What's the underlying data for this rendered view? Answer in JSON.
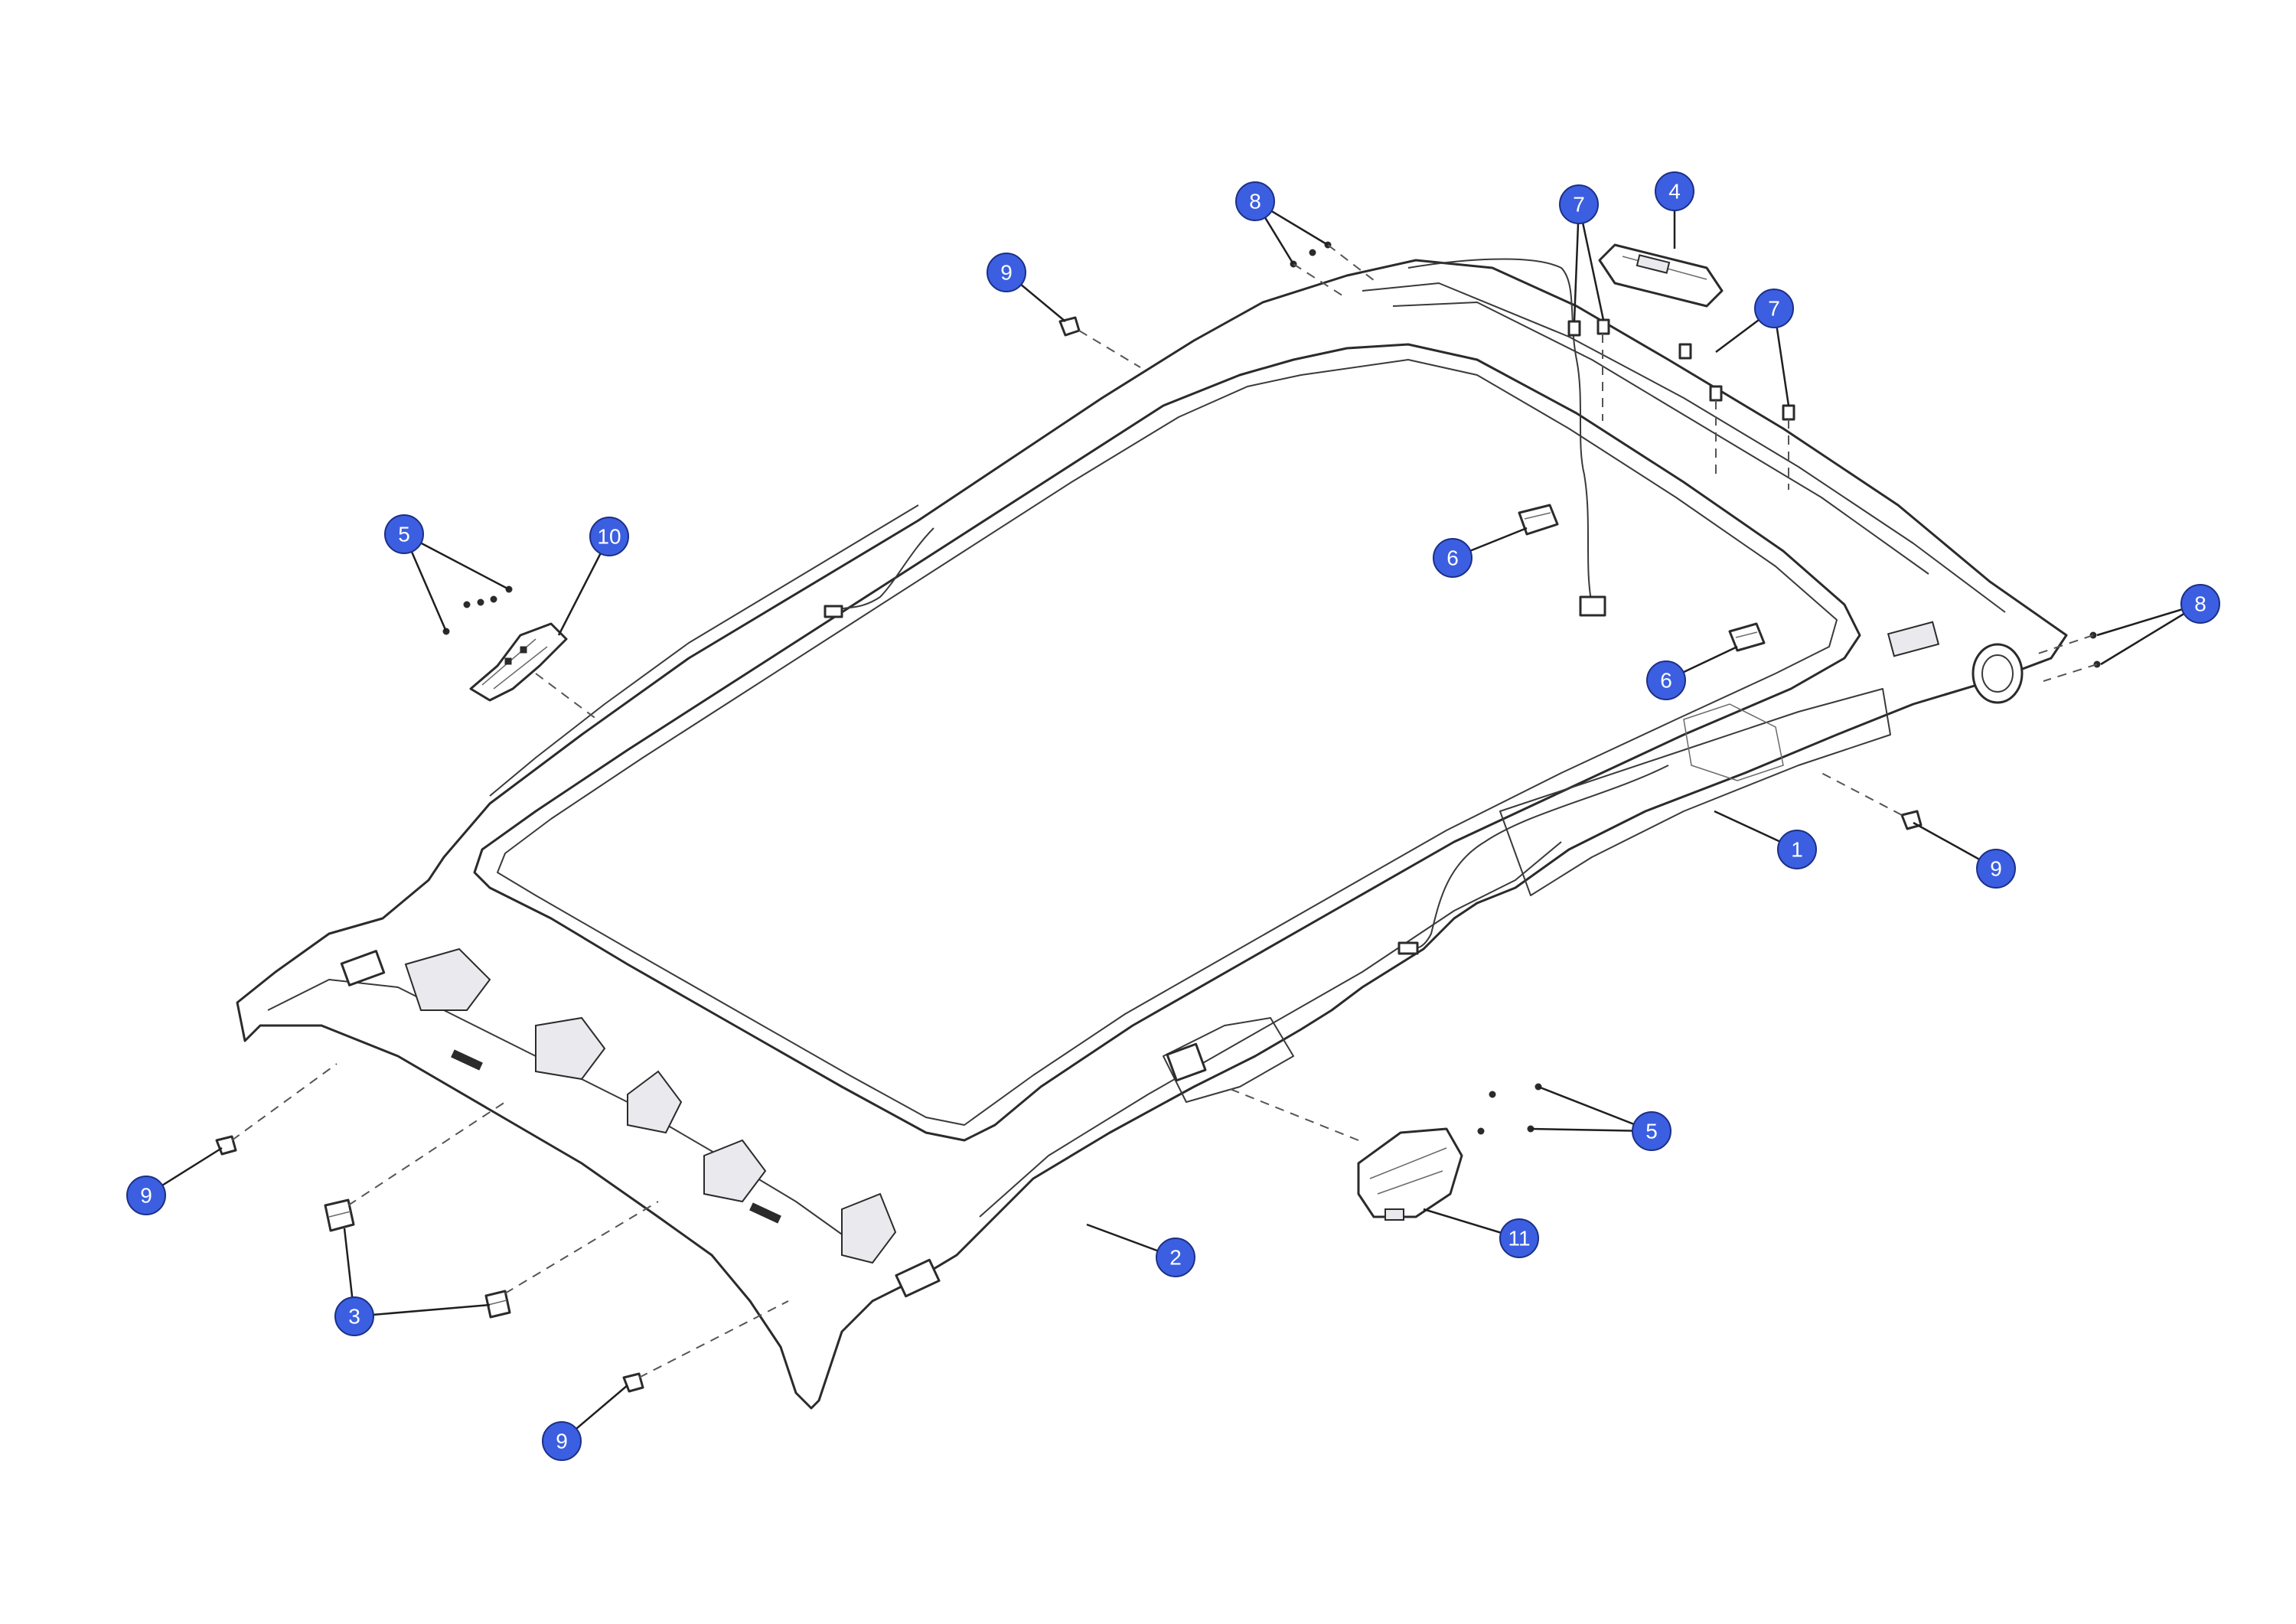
{
  "diagram": {
    "callouts": [
      {
        "id": "c1",
        "label": "1"
      },
      {
        "id": "c2",
        "label": "2"
      },
      {
        "id": "c3",
        "label": "3"
      },
      {
        "id": "c4",
        "label": "4"
      },
      {
        "id": "c5a",
        "label": "5"
      },
      {
        "id": "c5b",
        "label": "5"
      },
      {
        "id": "c6a",
        "label": "6"
      },
      {
        "id": "c6b",
        "label": "6"
      },
      {
        "id": "c7a",
        "label": "7"
      },
      {
        "id": "c7b",
        "label": "7"
      },
      {
        "id": "c8a",
        "label": "8"
      },
      {
        "id": "c8b",
        "label": "8"
      },
      {
        "id": "c9a",
        "label": "9"
      },
      {
        "id": "c9b",
        "label": "9"
      },
      {
        "id": "c9c",
        "label": "9"
      },
      {
        "id": "c9d",
        "label": "9"
      },
      {
        "id": "c10",
        "label": "10"
      },
      {
        "id": "c11",
        "label": "11"
      }
    ],
    "colors": {
      "balloon_fill": "#3b5fe0",
      "balloon_text": "#ffffff",
      "line_art": "#2b2b2b",
      "background": "#ffffff"
    }
  }
}
